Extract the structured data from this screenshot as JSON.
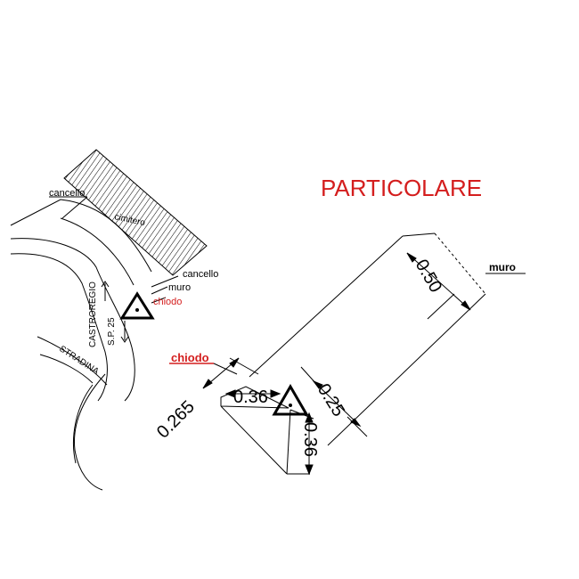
{
  "title": "PARTICOLARE",
  "colors": {
    "title": "#d41e1e",
    "chiodo_label": "#d41e1e",
    "ink": "#000000"
  },
  "map": {
    "label_cancello_1": "cancello",
    "label_cimitero": "cimitero",
    "label_cancello_2": "cancello",
    "label_muro": "muro",
    "label_chiodo": "chiodo",
    "road_name": "CASTROREGIO",
    "road_code": "S.P. 25",
    "label_stradina": "STRADINA"
  },
  "detail": {
    "label_muro": "muro",
    "label_chiodo": "chiodo",
    "dim_wall_width": "0.50",
    "dim_a": "0.265",
    "dim_b": "0.36",
    "dim_c": "0.25",
    "dim_d": "0.36"
  },
  "icons": [
    "survey-benchmark-triangle-icon",
    "survey-benchmark-triangle-icon"
  ]
}
